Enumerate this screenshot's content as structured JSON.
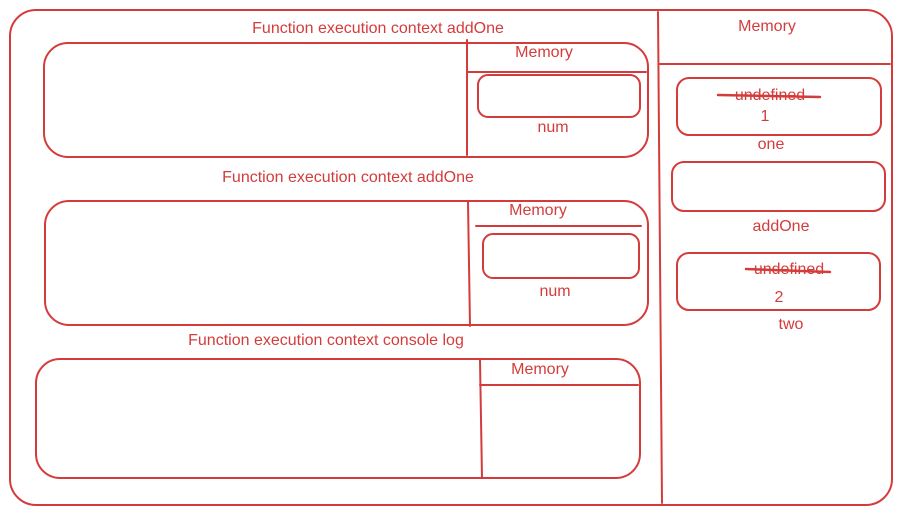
{
  "colors": {
    "ink": "#d43c3c",
    "background": "#ffffff"
  },
  "contexts": [
    {
      "title": "Function execution context addOne",
      "memory_label": "Memory",
      "variable_label": "num"
    },
    {
      "title": "Function execution context addOne",
      "memory_label": "Memory",
      "variable_label": "num"
    },
    {
      "title": "Function execution context console log",
      "memory_label": "Memory"
    }
  ],
  "global_memory": {
    "title": "Memory",
    "slots": [
      {
        "old_value": "undefined",
        "value": "1",
        "label": "one"
      },
      {
        "label": "addOne"
      },
      {
        "old_value": "undefined",
        "value": "2",
        "label": "two"
      }
    ]
  }
}
